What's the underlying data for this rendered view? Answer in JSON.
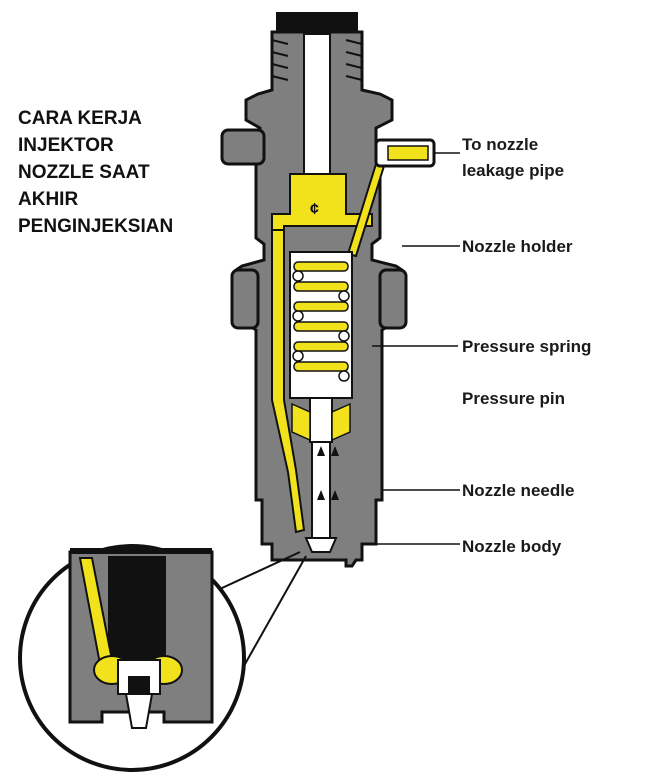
{
  "title_lines": [
    "CARA KERJA",
    "INJEKTOR",
    "NOZZLE SAAT",
    "AKHIR",
    "PENGINJEKSIAN"
  ],
  "labels": {
    "leakage_line1": "To nozzle",
    "leakage_line2": "leakage pipe",
    "nozzle_holder": "Nozzle holder",
    "pressure_spring": "Pressure spring",
    "pressure_pin": "Pressure pin",
    "nozzle_needle": "Nozzle needle",
    "nozzle_body": "Nozzle body"
  },
  "colors": {
    "fuel": "#f2e21c",
    "metal": "#7f7f7f",
    "dark": "#111111",
    "background": "#ffffff"
  }
}
